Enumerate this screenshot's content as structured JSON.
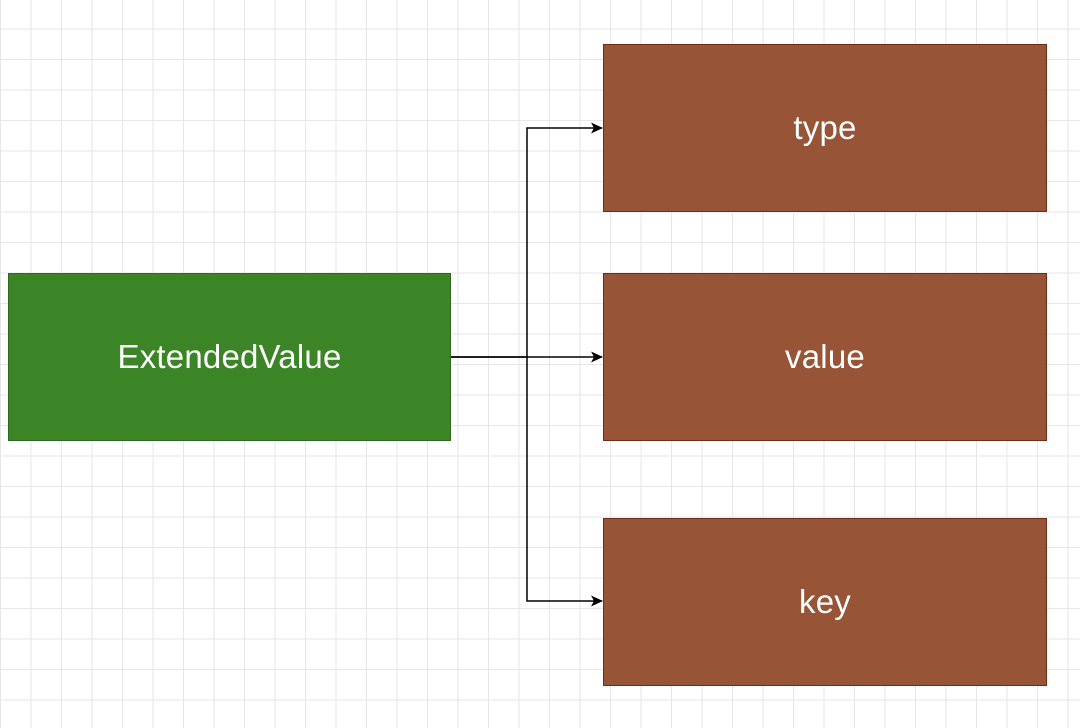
{
  "diagram": {
    "source": {
      "label": "ExtendedValue",
      "fill": "#3c8527"
    },
    "targets": [
      {
        "label": "type",
        "fill": "#985436"
      },
      {
        "label": "value",
        "fill": "#985436"
      },
      {
        "label": "key",
        "fill": "#985436"
      }
    ],
    "connector_color": "#000000"
  }
}
